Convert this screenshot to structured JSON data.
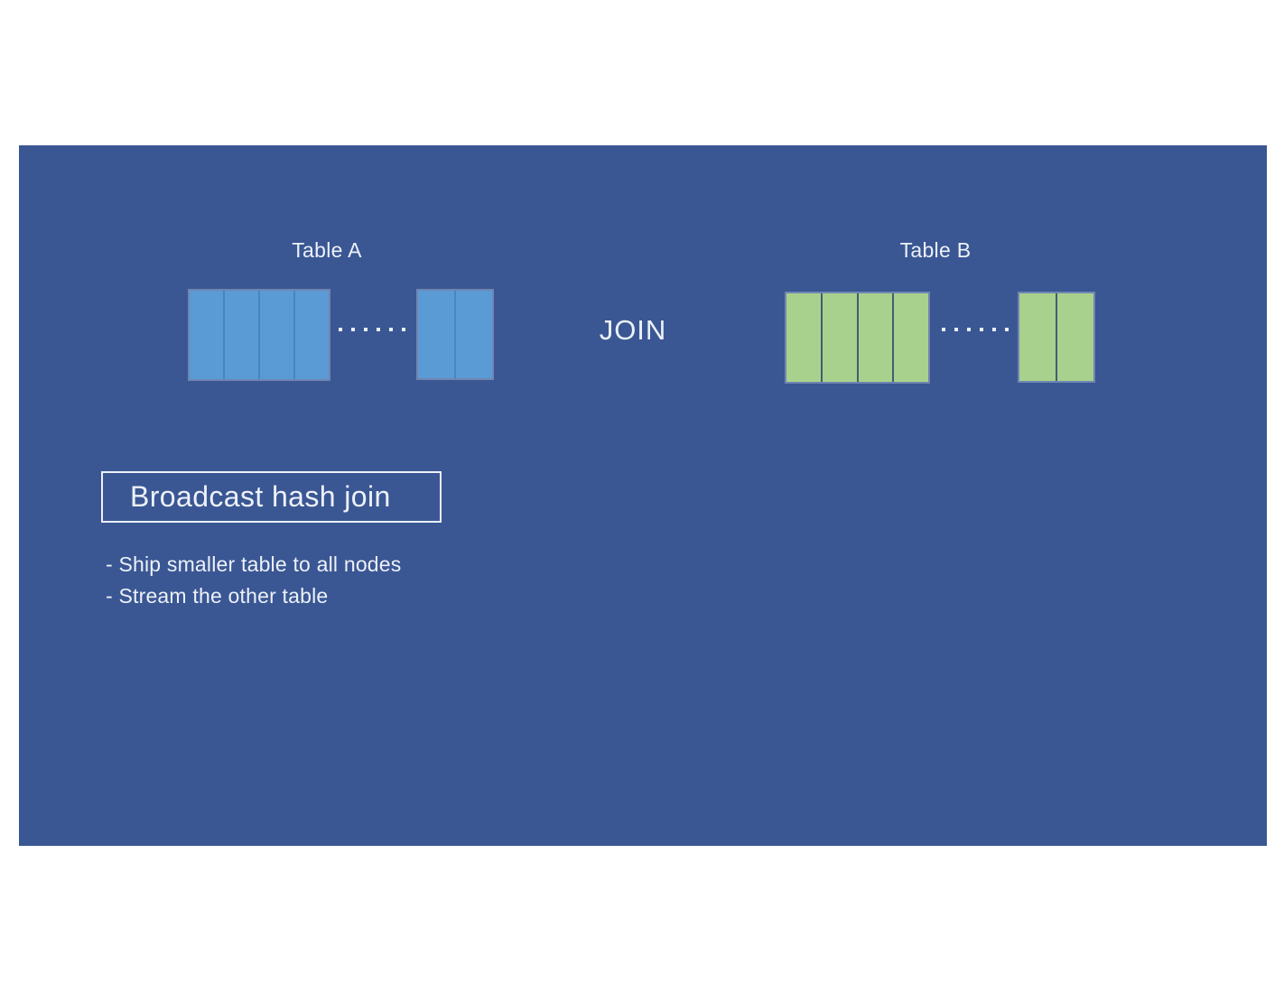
{
  "colors": {
    "page_background": "#ffffff",
    "slide_background": "#3a5794",
    "table_a_fill": "#5b9bd5",
    "table_a_divider": "#4a84c2",
    "table_b_fill": "#a9d18e",
    "table_b_divider": "#3f6070",
    "text": "#edf1f8",
    "dot": "#e8eef6"
  },
  "diagram": {
    "table_a": {
      "label": "Table A",
      "left_segment_columns": 4,
      "right_segment_columns": 2,
      "ellipsis_dots": 6
    },
    "join_label": "JOIN",
    "table_b": {
      "label": "Table B",
      "left_segment_columns": 4,
      "right_segment_columns": 2,
      "ellipsis_dots": 6
    }
  },
  "content": {
    "title_box": "Broadcast hash join",
    "bullets": [
      "- Ship smaller table to all nodes",
      "- Stream the other table"
    ]
  }
}
